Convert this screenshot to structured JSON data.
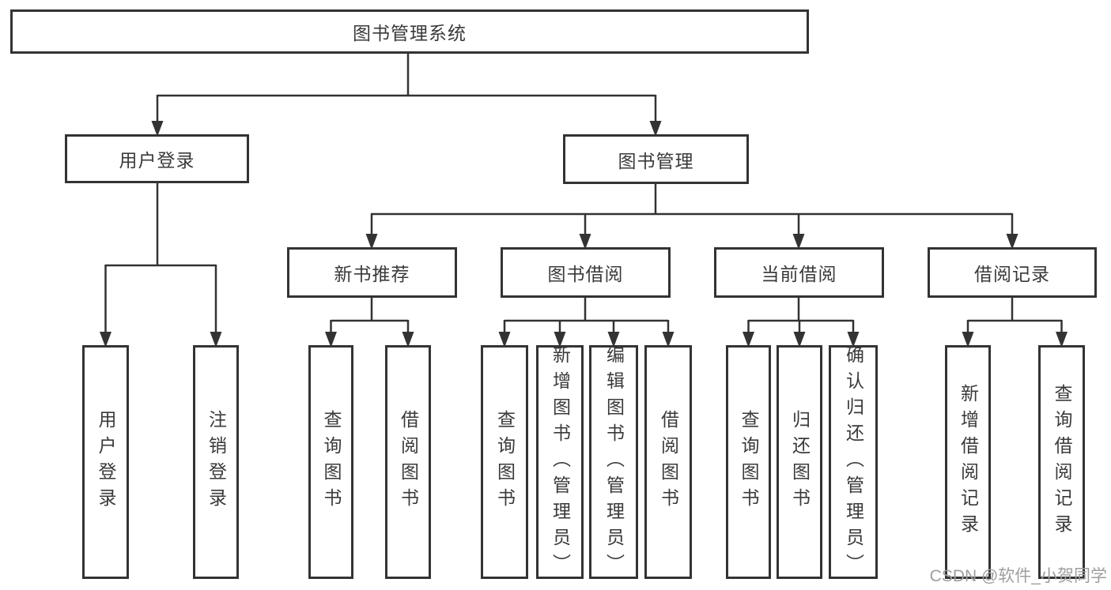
{
  "colors": {
    "line": "#333333",
    "text": "#3a3a3a",
    "background": "#ffffff",
    "watermark": "#9e9e9e"
  },
  "diagram": {
    "type": "hierarchy-tree",
    "root": {
      "label": "图书管理系统"
    },
    "level2": [
      {
        "label": "用户登录",
        "parent": "图书管理系统"
      },
      {
        "label": "图书管理",
        "parent": "图书管理系统"
      }
    ],
    "level3": [
      {
        "label": "新书推荐",
        "parent": "图书管理"
      },
      {
        "label": "图书借阅",
        "parent": "图书管理"
      },
      {
        "label": "当前借阅",
        "parent": "图书管理"
      },
      {
        "label": "借阅记录",
        "parent": "图书管理"
      }
    ],
    "leaves": [
      {
        "label": "用户登录",
        "parent": "用户登录"
      },
      {
        "label": "注销登录",
        "parent": "用户登录"
      },
      {
        "label": "查询图书",
        "parent": "新书推荐"
      },
      {
        "label": "借阅图书",
        "parent": "新书推荐"
      },
      {
        "label": "查询图书",
        "parent": "图书借阅"
      },
      {
        "label": "新增图书（管理员）",
        "parent": "图书借阅"
      },
      {
        "label": "编辑图书（管理员）",
        "parent": "图书借阅"
      },
      {
        "label": "借阅图书",
        "parent": "图书借阅"
      },
      {
        "label": "查询图书",
        "parent": "当前借阅"
      },
      {
        "label": "归还图书",
        "parent": "当前借阅"
      },
      {
        "label": "确认归还（管理员）",
        "parent": "当前借阅"
      },
      {
        "label": "新增借阅记录",
        "parent": "借阅记录"
      },
      {
        "label": "查询借阅记录",
        "parent": "借阅记录"
      }
    ]
  },
  "watermark": {
    "text": "CSDN @软件_小贺同学"
  }
}
